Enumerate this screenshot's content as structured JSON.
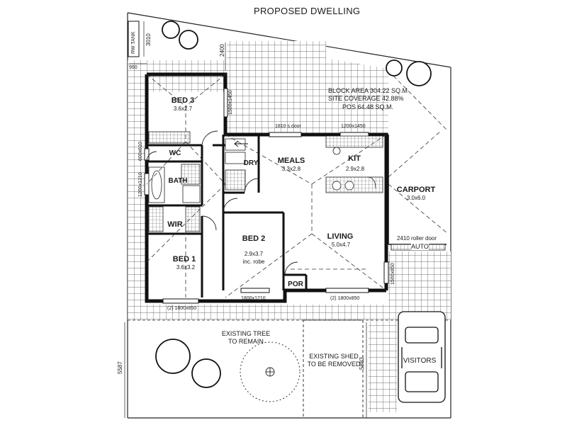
{
  "title": "PROPOSED DWELLING",
  "site_info": {
    "block_area": "BLOCK AREA 304.22 SQ.M",
    "site_coverage": "SITE COVERAGE 42.88%",
    "pos": "POS 64.48 SQ.M."
  },
  "rooms": {
    "bed3": {
      "name": "BED 3",
      "size": "3.6x2.7"
    },
    "wc": {
      "name": "WC"
    },
    "bath": {
      "name": "BATH"
    },
    "wir": {
      "name": "WIR"
    },
    "bed1": {
      "name": "BED 1",
      "size": "3.6x3.2"
    },
    "dry": {
      "name": "DRY"
    },
    "meals": {
      "name": "MEALS",
      "size": "3.3x2.8"
    },
    "kit": {
      "name": "KIT",
      "size": "2.9x2.8"
    },
    "bed2": {
      "name": "BED 2",
      "size": "2.9x3.7",
      "note": "inc. robe"
    },
    "living": {
      "name": "LIVING",
      "size": "5.0x4.7"
    },
    "por": {
      "name": "POR"
    },
    "carport": {
      "name": "CARPORT",
      "size": "3.0x6.0"
    },
    "visitors": {
      "name": "VISITORS"
    }
  },
  "annotations": {
    "rw_tank": "RW TANK",
    "auto": "AUTO",
    "roller_door": "2410 roller door",
    "existing_tree": [
      "EXISTING TREE",
      "TO REMAIN"
    ],
    "existing_shed": [
      "EXISTING SHED",
      "TO BE REMOVED"
    ]
  },
  "window_labels": {
    "bed3_side": "1500x1450",
    "sliding_door": "1810 s.door",
    "kit_window": "1200x1450",
    "bath_window": "600x610",
    "bath_window2": "1200x1210",
    "bed1_window": "(2) 1800x850",
    "bed2_window": "1800x1210",
    "living_window": "(2) 1800x850",
    "carport_side": "1500x850"
  },
  "dimensions": {
    "top_left_990": "990",
    "vertical_3010": "3010",
    "vertical_2400": "2400",
    "vertical_5587": "5587",
    "vertical_5883": "5883"
  }
}
